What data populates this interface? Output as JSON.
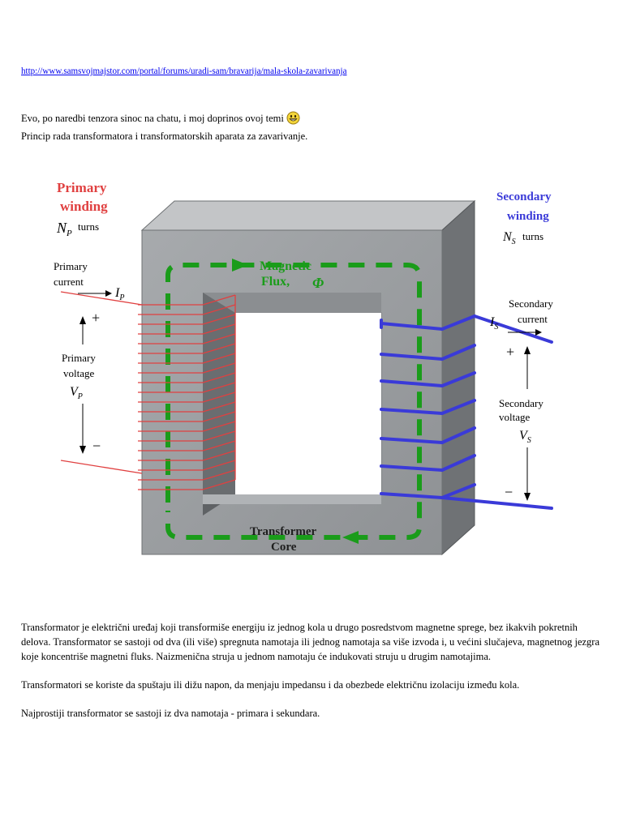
{
  "link": {
    "text": "http://www.samsvojmajstor.com/portal/forums/uradi-sam/bravarija/mala-skola-zavarivanja"
  },
  "intro": {
    "line1": "Evo, po naredbi tenzora sinoc na chatu, i moj doprinos ovoj temi",
    "smiley_icon": "grin-smiley-icon",
    "line2": "Princip rada transformatora i transformatorskih aparata za zavarivanje."
  },
  "diagram": {
    "primary_winding": [
      "Primary",
      "winding"
    ],
    "primary_turns": "turns",
    "primary_current": [
      "Primary",
      "current"
    ],
    "primary_voltage": [
      "Primary",
      "voltage"
    ],
    "secondary_winding": [
      "Secondary",
      "winding"
    ],
    "secondary_turns": "turns",
    "secondary_current": [
      "Secondary",
      "current"
    ],
    "secondary_voltage": [
      "Secondary",
      "voltage"
    ],
    "magnetic_flux": [
      "Magnetic",
      "Flux,"
    ],
    "flux_symbol": "Φ",
    "transformer_core": [
      "Transformer",
      "Core"
    ],
    "plus": "+",
    "minus": "−",
    "colors": {
      "primary": "#e04040",
      "secondary": "#3a3ad8",
      "flux": "#1a9c1a",
      "core": "#9a9da0"
    }
  },
  "paragraphs": [
    "Transformator je električni uređaj koji transformiše energiju iz jednog kola u drugo posredstvom magnetne sprege, bez ikakvih pokretnih delova. Transformator se sastoji od dva (ili više) spregnuta namotaja ili jednog namotaja sa više izvoda i, u većini slučajeva, magnetnog jezgra koje koncentriše magnetni fluks. Naizmenična struja u jednom namotaju će indukovati struju u drugim namotajima.",
    "Transformatori se koriste da spuštaju ili dižu napon, da menjaju impedansu i da obezbede električnu izolaciju između kola.",
    "Najprostiji transformator se sastoji iz dva namotaja - primara i sekundara."
  ]
}
